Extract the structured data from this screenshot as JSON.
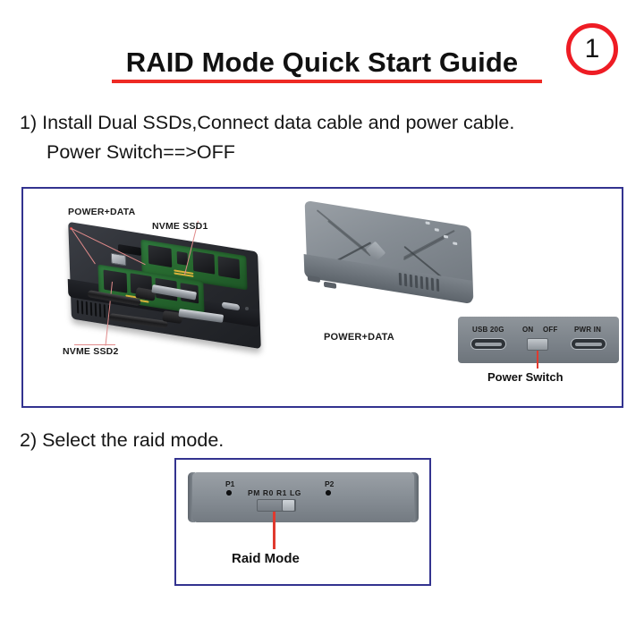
{
  "document": {
    "step_badge": "1",
    "title": "RAID Mode Quick Start Guide",
    "accent_red": "#ee2a24",
    "panel_border_blue": "#33338f"
  },
  "steps": [
    {
      "id": "step-1",
      "line_1": "1) Install Dual SSDs,Connect data cable and power cable.",
      "line_2": "Power Switch==>OFF"
    },
    {
      "id": "step-2",
      "line_1": "2) Select the raid mode."
    }
  ],
  "figure_1": {
    "callouts": {
      "power_data_top": "POWER+DATA",
      "nvme_ssd1": "NVME SSD1",
      "nvme_ssd2": "NVME SSD2",
      "power_data_cable": "POWER+DATA"
    },
    "port_panel": {
      "usb_label": "USB 20G",
      "on_label": "ON",
      "off_label": "OFF",
      "pwr_label": "PWR IN",
      "caption": "Power Switch",
      "switch_position": "OFF"
    }
  },
  "figure_2": {
    "led_p1": "P1",
    "led_p2": "P2",
    "mode_labels": "PM R0 R1 LG",
    "caption": "Raid Mode",
    "selected_mode": "R1"
  }
}
